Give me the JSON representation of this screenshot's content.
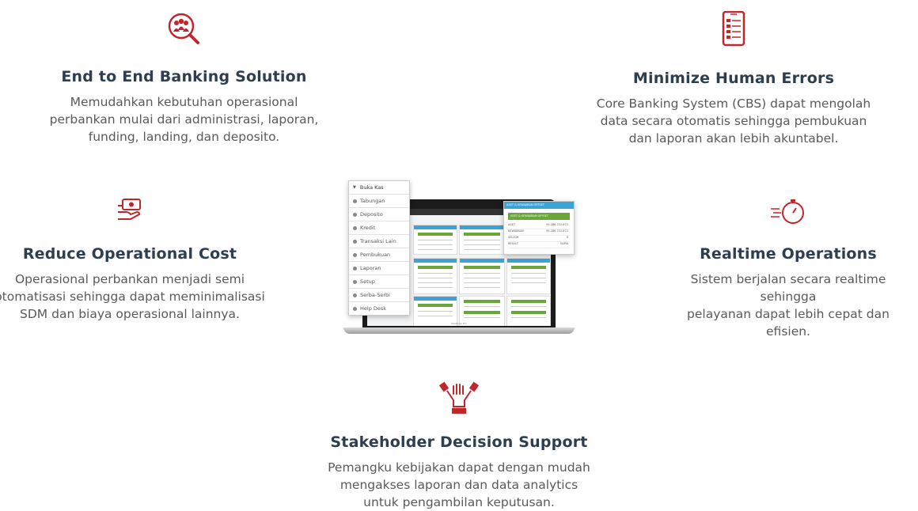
{
  "features": [
    {
      "id": "end-to-end",
      "title": "End to End Banking Solution",
      "description": [
        "Memudahkan kebutuhan operasional",
        "perbankan mulai dari administrasi, laporan,",
        "funding, landing, dan deposito."
      ],
      "icon": "group-search-icon"
    },
    {
      "id": "human-errors",
      "title": "Minimize Human Errors",
      "description": [
        "Core Banking System (CBS) dapat mengolah",
        "data secara otomatis sehingga pembukuan",
        "dan laporan akan lebih akuntabel."
      ],
      "icon": "mobile-checklist-icon"
    },
    {
      "id": "operational-cost",
      "title": "Reduce Operational Cost",
      "description": [
        "Operasional perbankan menjadi semi",
        "otomatisasi sehingga dapat meminimalisasi",
        "SDM dan biaya operasional lainnya."
      ],
      "icon": "hand-cash-icon"
    },
    {
      "id": "realtime",
      "title": "Realtime Operations",
      "description": [
        "Sistem berjalan secara realtime sehingga",
        "pelayanan dapat lebih cepat dan efisien."
      ],
      "icon": "stopwatch-icon"
    },
    {
      "id": "decision",
      "title": "Stakeholder Decision Support",
      "description": [
        "Pemangku kebijakan dapat dengan mudah",
        "mengakses laporan dan data analytics",
        "untuk pengambilan keputusan."
      ],
      "icon": "hands-together-icon"
    }
  ],
  "laptop": {
    "menu": [
      "Buka Kas",
      "Tabungan",
      "Deposito",
      "Kredit",
      "Transaksi Lain",
      "Pembukuan",
      "Laporan",
      "Setup",
      "Serba-Serbi",
      "Help Desk"
    ],
    "popup": {
      "header": "ASET & KEWAJIBAN OFFSET",
      "green": "ASET & KEWAJIBAN OFFSET",
      "rows": [
        {
          "label": "ASET",
          "value": "95.286.722.872"
        },
        {
          "label": "KEWAJIBAN",
          "value": "95.286.722.872"
        },
        {
          "label": "SELISIH",
          "value": "0"
        },
        {
          "label": "RESULT",
          "value": "SAMA"
        }
      ]
    },
    "brand": "MacBook Pro"
  },
  "colors": {
    "accent": "#c0272d",
    "title": "#2d3e50",
    "text": "#5a5a5a",
    "menu_header": "#3ba3d6",
    "panel_green": "#6aa639"
  }
}
